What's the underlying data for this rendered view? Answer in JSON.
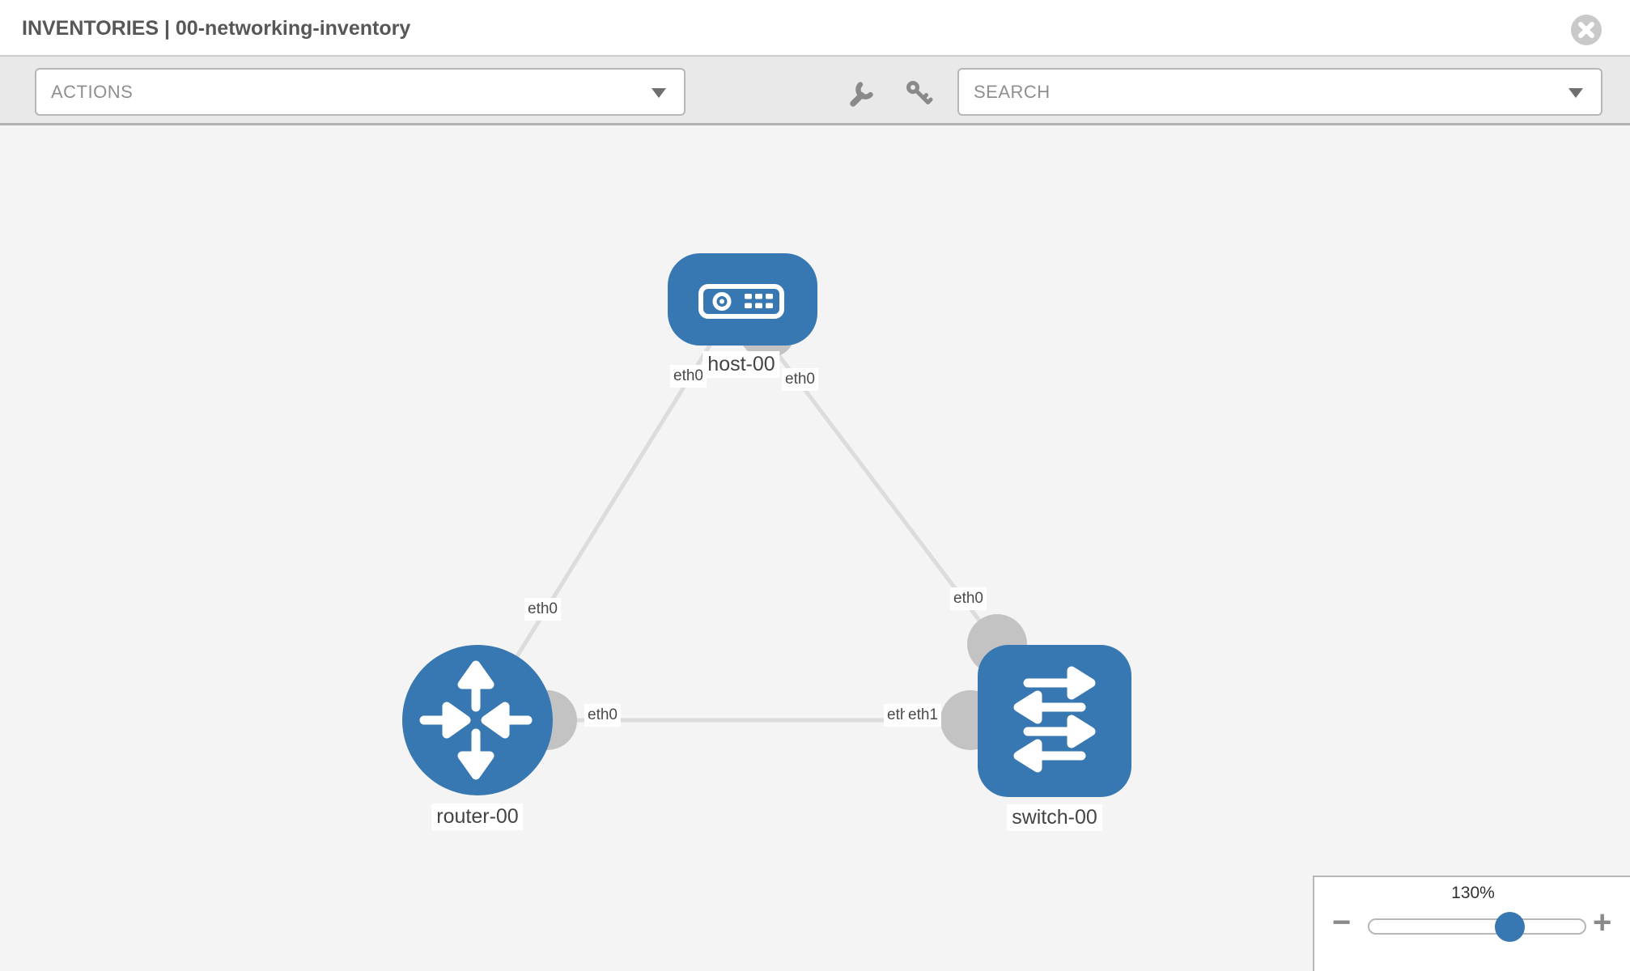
{
  "header": {
    "title": "INVENTORIES | 00-networking-inventory"
  },
  "toolbar": {
    "actions_label": "ACTIONS",
    "search_label": "SEARCH"
  },
  "topology": {
    "nodes": [
      {
        "id": "host-00",
        "type": "host",
        "label": "host-00"
      },
      {
        "id": "router-00",
        "type": "router",
        "label": "router-00"
      },
      {
        "id": "switch-00",
        "type": "switch",
        "label": "switch-00"
      }
    ],
    "links": [
      {
        "source": "router-00",
        "source_interface": "eth0",
        "target": "host-00",
        "target_interface": "eth0"
      },
      {
        "source": "host-00",
        "source_interface": "eth0",
        "target": "switch-00",
        "target_interface": "eth0"
      },
      {
        "source": "router-00",
        "source_interface": "eth0",
        "target": "switch-00",
        "target_interface": "eth1"
      }
    ],
    "port_labels": [
      {
        "text": "eth0",
        "node": "host-00",
        "position": "bottom-left"
      },
      {
        "text": "eth0",
        "node": "host-00",
        "position": "bottom-right"
      },
      {
        "text": "eth0",
        "node": "router-00",
        "position": "top-link"
      },
      {
        "text": "eth0",
        "node": "switch-00",
        "position": "top-link"
      },
      {
        "text": "eth0",
        "node": "router-00",
        "position": "right-link"
      },
      {
        "text": "eth0",
        "node": "switch-00",
        "position": "left-link-under"
      },
      {
        "text": "eth1",
        "node": "switch-00",
        "position": "left-link"
      }
    ],
    "colors": {
      "node": "#3878b2",
      "link": "#dcdcdc",
      "port": "#c3c3c3",
      "canvas": "#f4f4f4"
    }
  },
  "zoom_control": {
    "level": "130%",
    "minus_label": "−",
    "plus_label": "+"
  }
}
